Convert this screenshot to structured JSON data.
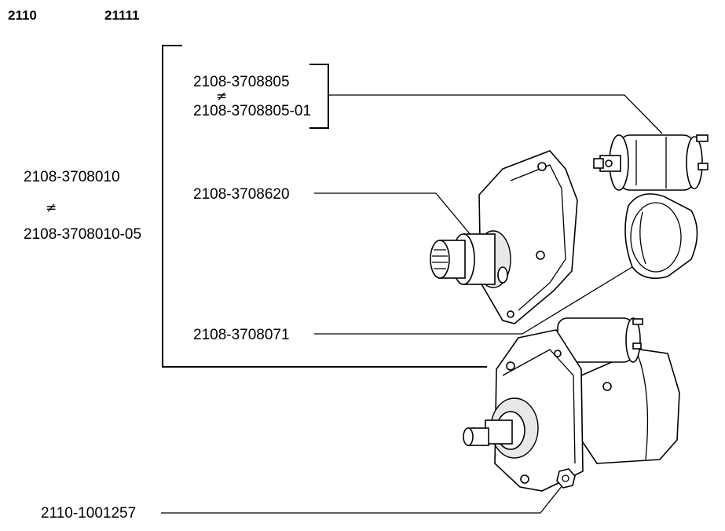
{
  "header": {
    "model_a": "2110",
    "model_b": "21111"
  },
  "labels": {
    "starter_main": "2108-3708010",
    "starter_alt": "2108-3708010-05",
    "solenoid_main": "2108-3708805",
    "solenoid_alt": "2108-3708805-01",
    "drive": "2108-3708620",
    "cover": "2108-3708071",
    "nut": "2110-1001257"
  },
  "symbols": {
    "not_interchangeable": "≠"
  }
}
